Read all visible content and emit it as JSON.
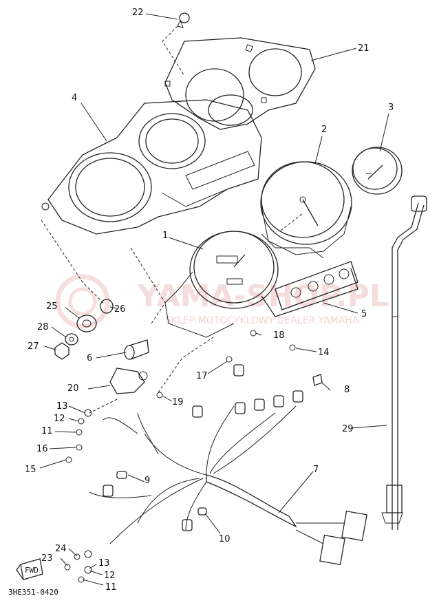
{
  "diagram_code": "3HE351-0420",
  "fwd_label": "FWD",
  "watermark": {
    "brand": "YAMA-SHOP.PL",
    "subtitle": "SKLEP MOTOCYKLOWY DEALER YAMAHA"
  },
  "labels": {
    "p1": "1",
    "p2": "2",
    "p3": "3",
    "p4": "4",
    "p5": "5",
    "p6": "6",
    "p7": "7",
    "p8": "8",
    "p9": "9",
    "p10": "10",
    "p11a": "11",
    "p11b": "11",
    "p12a": "12",
    "p12b": "12",
    "p13a": "13",
    "p13b": "13",
    "p14": "14",
    "p15": "15",
    "p16": "16",
    "p17": "17",
    "p18": "18",
    "p19": "19",
    "p20": "20",
    "p21": "21",
    "p22": "22",
    "p23": "23",
    "p24": "24",
    "p25": "25",
    "p26": "26",
    "p27": "27",
    "p28": "28",
    "p29": "29"
  }
}
